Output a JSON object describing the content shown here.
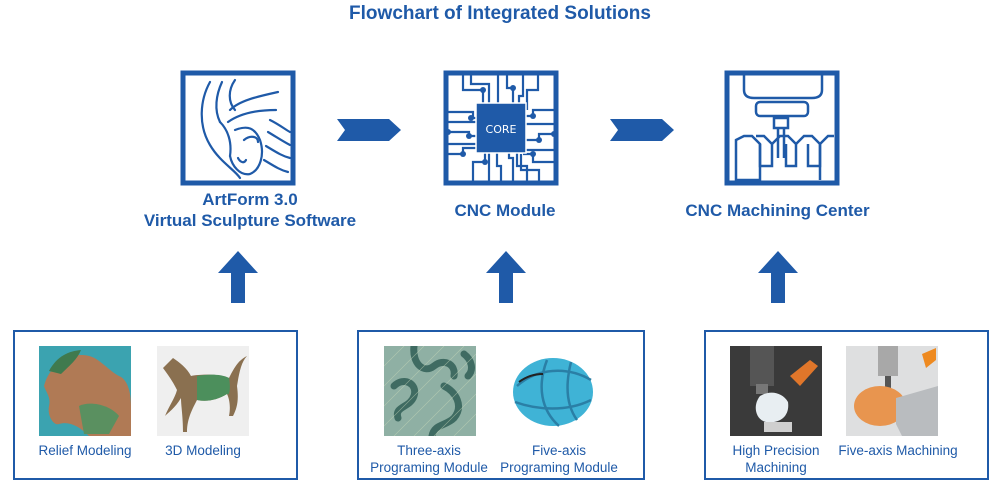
{
  "title": "Flowchart of Integrated Solutions",
  "colors": {
    "brand_blue": "#1f5aa8"
  },
  "stages": [
    {
      "label_line1": "ArtForm 3.0",
      "label_line2": "Virtual Sculpture Software",
      "icon": "sculpture-head-icon"
    },
    {
      "label_line1": "CNC Module",
      "icon": "core-chip-icon",
      "chip_text": "CORE"
    },
    {
      "label_line1": "CNC Machining Center",
      "icon": "cnc-machine-icon"
    }
  ],
  "panels": [
    {
      "items": [
        {
          "caption_line1": "Relief Modeling",
          "caption_line2": "",
          "image": "relief-horse-image"
        },
        {
          "caption_line1": "3D Modeling",
          "caption_line2": "",
          "image": "3d-horse-image"
        }
      ]
    },
    {
      "items": [
        {
          "caption_line1": "Three-axis",
          "caption_line2": "Programing Module",
          "image": "three-axis-relief-image"
        },
        {
          "caption_line1": "Five-axis",
          "caption_line2": "Programing Module",
          "image": "five-axis-sphere-image"
        }
      ]
    },
    {
      "items": [
        {
          "caption_line1": "High Precision",
          "caption_line2": "Machining",
          "image": "machining-spindle-image"
        },
        {
          "caption_line1": "Five-axis Machining",
          "caption_line2": "",
          "image": "egg-machining-image"
        }
      ]
    }
  ]
}
